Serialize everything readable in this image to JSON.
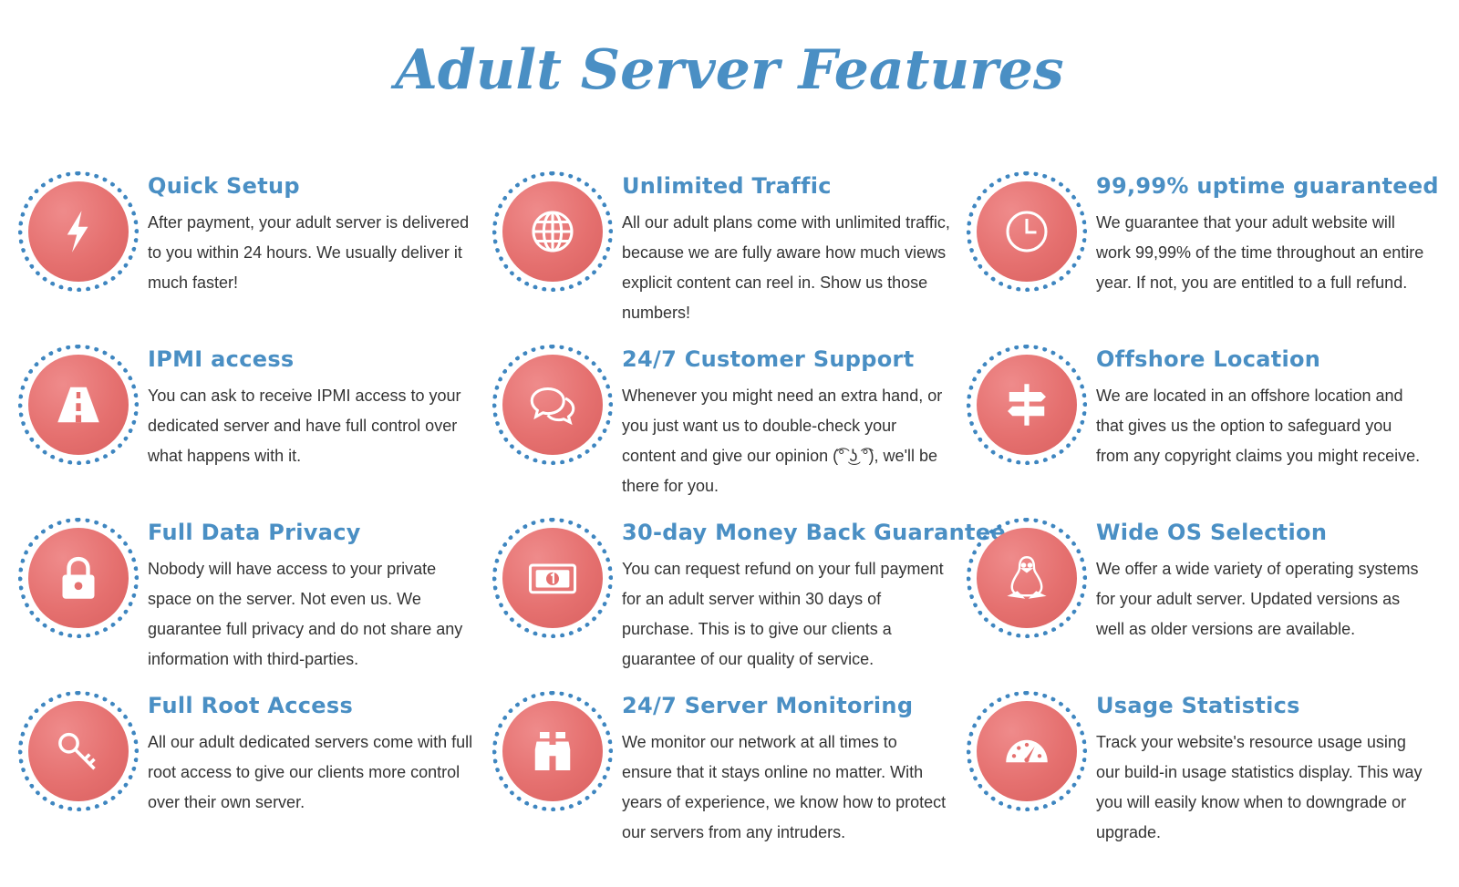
{
  "page": {
    "title": "Adult Server Features"
  },
  "colors": {
    "accent": "#4a8fc4",
    "badge": "#e5706f",
    "dots": "#3e86c0",
    "text": "#333333"
  },
  "features": [
    {
      "icon": "lightning-icon",
      "title": "Quick Setup",
      "desc": "After payment, your adult server is delivered to you within 24 hours. We usually deliver it much faster!"
    },
    {
      "icon": "globe-icon",
      "title": "Unlimited Traffic",
      "desc": "All our adult plans come with unlimited traffic, because we are fully aware how much views explicit content can reel in. Show us those numbers!"
    },
    {
      "icon": "clock-icon",
      "title": "99,99% uptime guaranteed",
      "desc": "We guarantee that your adult website will work 99,99% of the time throughout an entire year. If not, you are entitled to a full refund."
    },
    {
      "icon": "road-icon",
      "title": "IPMI access",
      "desc": "You can ask to receive IPMI access to your dedicated server and have full control over what happens with it."
    },
    {
      "icon": "chat-bubbles-icon",
      "title": "24/7 Customer Support",
      "desc": "Whenever you might need an extra hand, or you just want us to double-check your content and give our opinion (͡° ͜ʖ ͡°), we'll be there for you."
    },
    {
      "icon": "signpost-icon",
      "title": "Offshore Location",
      "desc": "We are located in an offshore location and that gives us the option to safeguard you from any copyright claims you might receive."
    },
    {
      "icon": "lock-icon",
      "title": "Full Data Privacy",
      "desc": "Nobody will have access to your private space on the server. Not even us. We guarantee full privacy and do not share any information with third-parties."
    },
    {
      "icon": "money-bill-icon",
      "title": "30-day Money Back Guarantee",
      "desc": "You can request refund on your full payment for an adult server within 30 days of purchase. This is to give our clients a guarantee of our quality of service."
    },
    {
      "icon": "linux-penguin-icon",
      "title": "Wide OS Selection",
      "desc": "We offer a wide variety of operating systems for your adult server. Updated versions as well as older versions are available."
    },
    {
      "icon": "key-icon",
      "title": "Full Root Access",
      "desc": "All our adult dedicated servers come with full root access to give our clients more control over their own server."
    },
    {
      "icon": "binoculars-icon",
      "title": "24/7 Server Monitoring",
      "desc": "We monitor our network at all times to ensure that it stays online no matter. With years of experience, we know how to protect our servers from any intruders."
    },
    {
      "icon": "gauge-icon",
      "title": "Usage Statistics",
      "desc": "Track your website's resource usage using our build-in usage statistics display. This way you will easily know when to downgrade or upgrade."
    }
  ]
}
